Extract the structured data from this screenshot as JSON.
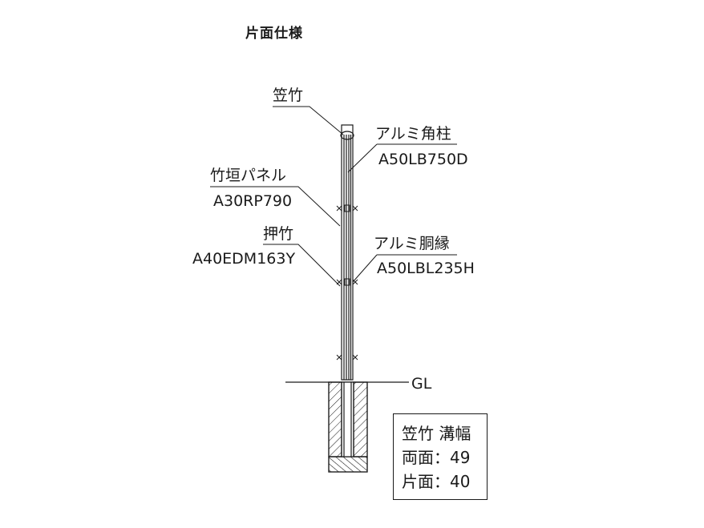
{
  "title": "片面仕様",
  "labels": {
    "kasadake": "笠竹",
    "post_name": "アルミ角柱",
    "post_code": "A50LB750D",
    "panel_name": "竹垣パネル",
    "panel_code": "A30RP790",
    "oshidake_name": "押竹",
    "oshidake_code": "A40EDM163Y",
    "rail_name": "アルミ胴縁",
    "rail_code": "A50LBL235H",
    "ground": "GL"
  },
  "groove_box": {
    "heading": "笠竹 溝幅",
    "both_sides": "両面：49",
    "one_side": "片面：40"
  },
  "colors": {
    "line": "#1a1a1a",
    "background": "#ffffff"
  }
}
